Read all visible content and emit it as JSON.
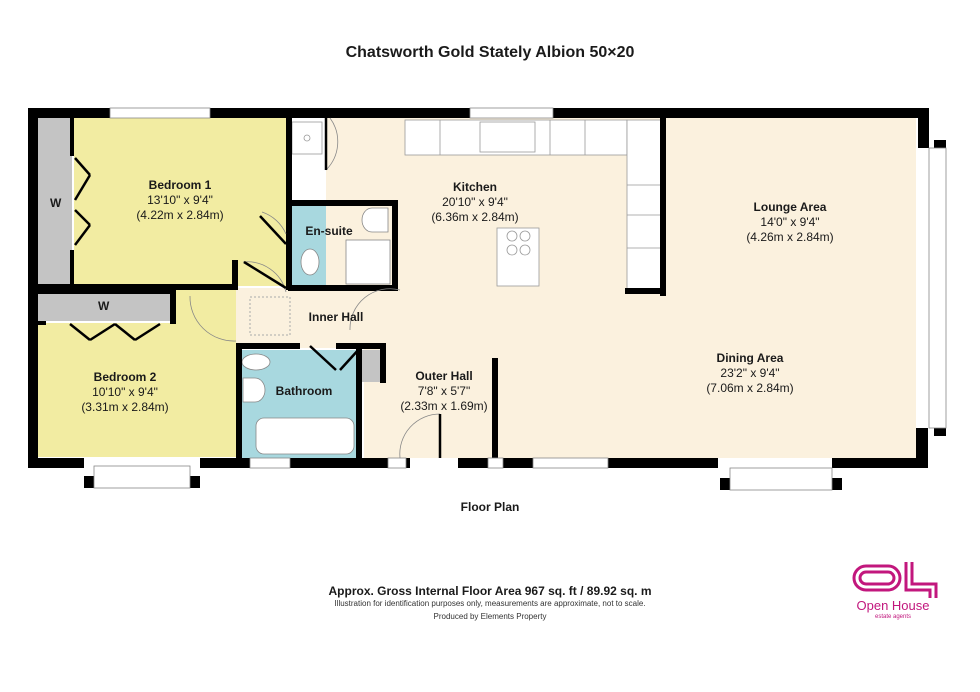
{
  "title": "Chatsworth Gold Stately Albion 50×20",
  "plan_label": "Floor Plan",
  "rooms": {
    "bedroom1": {
      "name": "Bedroom 1",
      "imperial": "13'10\" x 9'4\"",
      "metric": "(4.22m x 2.84m)"
    },
    "ensuite": {
      "name": "En-suite"
    },
    "kitchen": {
      "name": "Kitchen",
      "imperial": "20'10\" x 9'4\"",
      "metric": "(6.36m x 2.84m)"
    },
    "lounge": {
      "name": "Lounge Area",
      "imperial": "14'0\" x 9'4\"",
      "metric": "(4.26m x 2.84m)"
    },
    "inner_hall": {
      "name": "Inner Hall"
    },
    "bedroom2": {
      "name": "Bedroom 2",
      "imperial": "10'10\" x 9'4\"",
      "metric": "(3.31m x 2.84m)"
    },
    "bathroom": {
      "name": "Bathroom"
    },
    "outer_hall": {
      "name": "Outer Hall",
      "imperial": "7'8\" x 5'7\"",
      "metric": "(2.33m x 1.69m)"
    },
    "dining": {
      "name": "Dining Area",
      "imperial": "23'2\" x 9'4\"",
      "metric": "(7.06m x 2.84m)"
    }
  },
  "wardrobe_label": "W",
  "footer": {
    "area": "Approx. Gross Internal Floor Area 967 sq. ft / 89.92 sq. m",
    "disclaimer": "Illustration for identification purposes only, measurements are approximate, not to scale.",
    "producer": "Produced by Elements Property"
  },
  "logo": {
    "name": "Open House",
    "tagline": "estate agents",
    "color": "#c2177d"
  },
  "colors": {
    "bedroom": "#f2eca2",
    "wet_room": "#a8d8df",
    "living": "#fbf1de",
    "wardrobe": "#c4c4c4",
    "wall": "#000000"
  }
}
